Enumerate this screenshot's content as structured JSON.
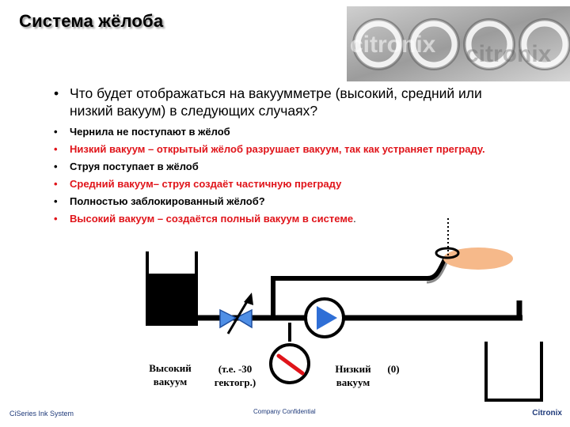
{
  "title": "Система жёлоба",
  "logo_text": "citronix",
  "question": "Что будет отображаться на вакуумметре (высокий, средний или низкий вакуум) в следующих случаях?",
  "bullet_symbol": "•",
  "items": [
    {
      "text": "Чернила не поступают в жёлоб",
      "color": "#000000"
    },
    {
      "text": "Низкий вакуум – открытый жёлоб разрушает вакуум, так как устраняет преграду.",
      "color": "#e0141a"
    },
    {
      "text": "Струя поступает в жёлоб",
      "color": "#000000"
    },
    {
      "text": "Средний вакуум– струя создаёт частичную преграду",
      "color": "#e0141a"
    },
    {
      "text": "Полностью заблокированный жёлоб?",
      "color": "#000000"
    },
    {
      "text": "Высокий вакуум – создаётся полный вакуум в системе",
      "tail": ".",
      "color": "#e0141a"
    }
  ],
  "diagram": {
    "high_vacuum": "Высокий вакуум",
    "note": "(т.е. -30 гектогр.)",
    "low_vacuum": "Низкий вакуум",
    "zero": "(0)"
  },
  "footer": {
    "left": "CiSeries Ink System",
    "center": "Company Confidential",
    "right": "Citronix"
  },
  "colors": {
    "accent_red": "#e0141a",
    "pipe": "#000000",
    "pump_blue": "#2f6fd6",
    "valve_blue": "#4f8fe6",
    "ink_dot": "#f6b98a",
    "footer_blue": "#1f3a7a"
  }
}
